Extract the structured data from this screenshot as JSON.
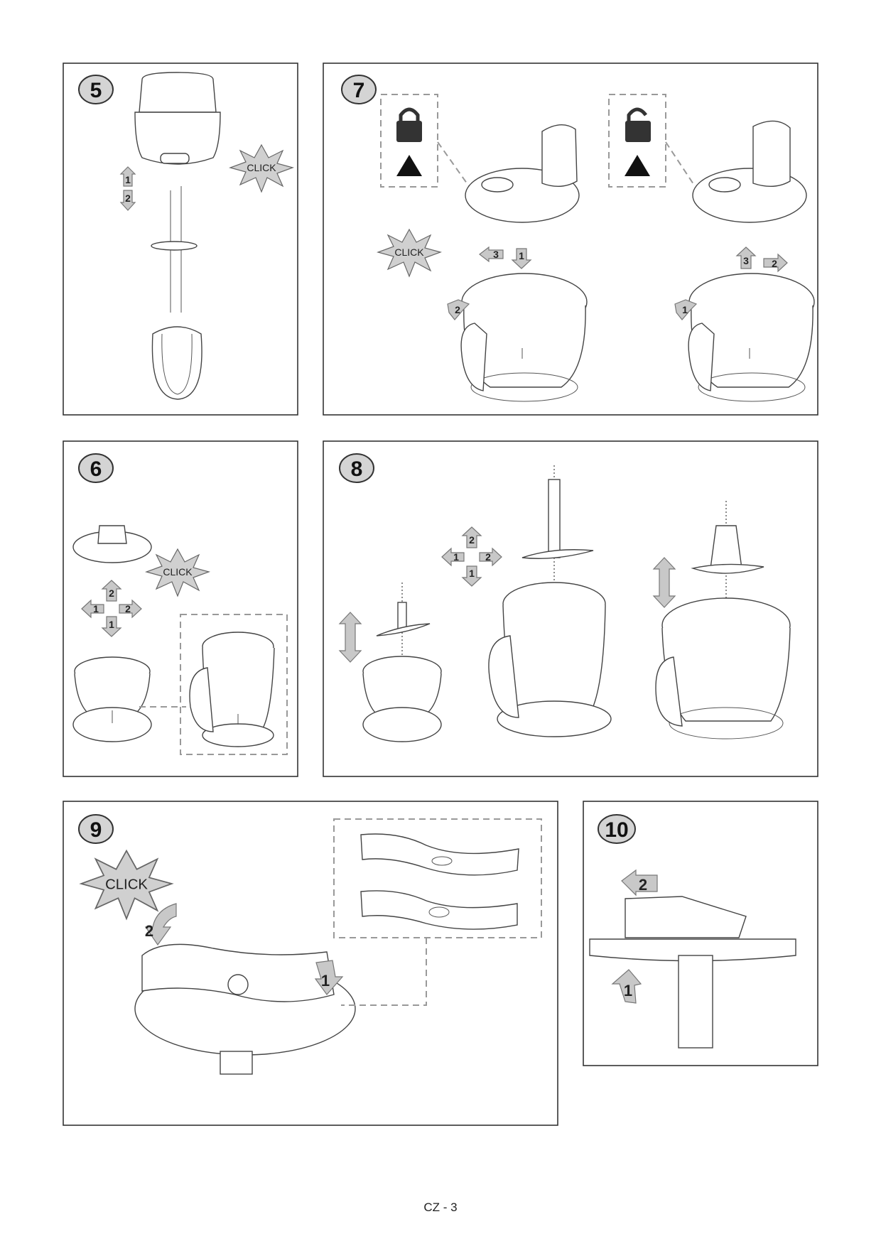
{
  "panels": [
    {
      "step": "5",
      "click": "CLICK",
      "arrows": [
        "1",
        "2"
      ]
    },
    {
      "step": "7",
      "click": "CLICK",
      "lock_arrows": [
        "3",
        "1",
        "2"
      ],
      "unlock_arrows": [
        "3",
        "2",
        "1"
      ]
    },
    {
      "step": "6",
      "click": "CLICK",
      "arrows": [
        "2",
        "1",
        "2",
        "1"
      ]
    },
    {
      "step": "8",
      "arrows": [
        "2",
        "1",
        "2",
        "1"
      ]
    },
    {
      "step": "9",
      "click": "CLICK",
      "arrows": [
        "2",
        "1"
      ]
    },
    {
      "step": "10",
      "arrows": [
        "2",
        "1"
      ]
    }
  ],
  "icons": [
    "lock-closed-icon",
    "lock-open-icon",
    "triangle-up-icon"
  ],
  "footer": {
    "page_label": "CZ - 3"
  }
}
